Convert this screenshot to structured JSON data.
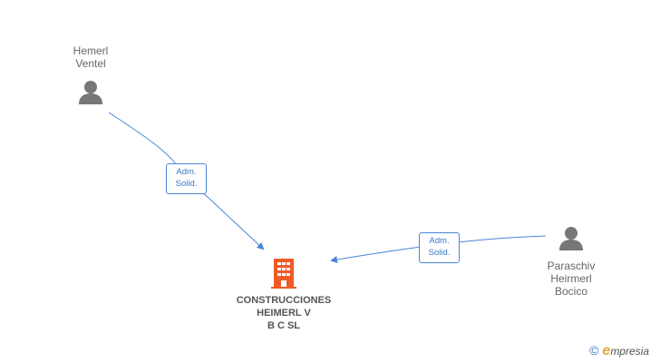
{
  "persons": [
    {
      "id": "hemerl-ventel",
      "name_lines": [
        "Hemerl",
        "Ventel"
      ]
    },
    {
      "id": "paraschiv",
      "name_lines": [
        "Paraschiv",
        "Heirmerl",
        "Bocico"
      ]
    }
  ],
  "relations": [
    {
      "from": "hemerl-ventel",
      "to": "company",
      "label_lines": [
        "Adm.",
        "Solid."
      ]
    },
    {
      "from": "paraschiv",
      "to": "company",
      "label_lines": [
        "Adm.",
        "Solid."
      ]
    }
  ],
  "company": {
    "name_lines": [
      "CONSTRUCCIONES",
      "HEIMERL V",
      "B C SL"
    ],
    "icon": "building-icon",
    "color": "#f05a28"
  },
  "colors": {
    "edge": "#4a86d8",
    "person_icon": "#777777"
  },
  "brand": {
    "copyright": "©",
    "initial": "e",
    "rest": "mpresia"
  }
}
